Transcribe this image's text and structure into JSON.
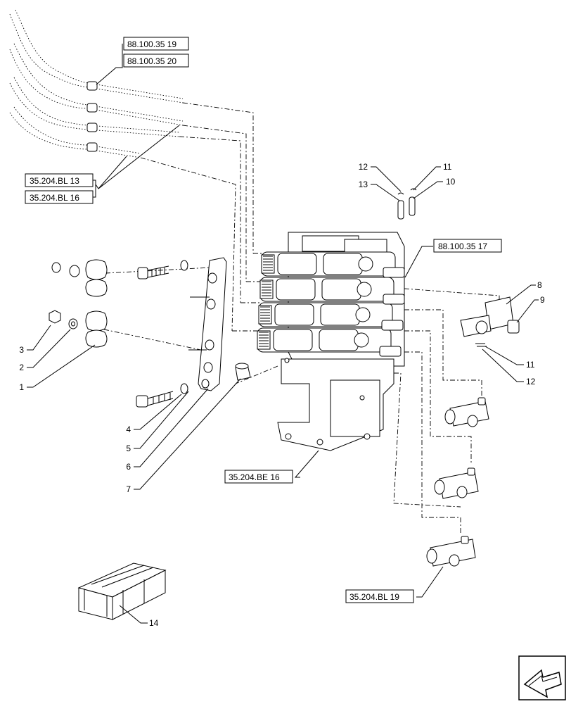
{
  "diagram": {
    "reference_labels": {
      "ref_88_100_35_19": "88.100.35 19",
      "ref_88_100_35_20": "88.100.35 20",
      "ref_35_204_bl_13": "35.204.BL 13",
      "ref_35_204_bl_16": "35.204.BL 16",
      "ref_88_100_35_17": "88.100.35 17",
      "ref_35_204_be_16": "35.204.BE 16",
      "ref_35_204_bl_19": "35.204.BL 19"
    },
    "callouts": {
      "c1": "1",
      "c2": "2",
      "c3": "3",
      "c4": "4",
      "c5": "5",
      "c6": "6",
      "c7": "7",
      "c8": "8",
      "c9": "9",
      "c10": "10",
      "c11a": "11",
      "c11b": "11",
      "c12a": "12",
      "c12b": "12",
      "c13": "13",
      "c14": "14"
    },
    "icons": {
      "nav_arrow": "next-page-arrow-icon"
    }
  }
}
